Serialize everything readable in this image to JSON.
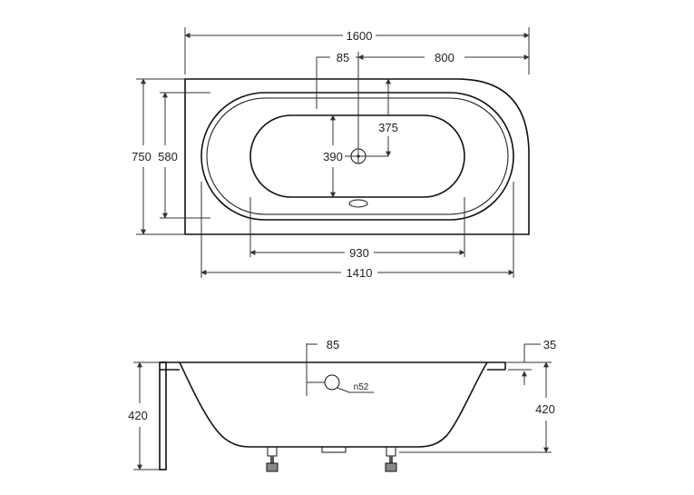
{
  "top_view": {
    "dims": {
      "overall_length": "1600",
      "right_offset": "800",
      "drain_offset": "85",
      "overall_width": "750",
      "inner_width": "580",
      "drain_center_x": "375",
      "basin_width": "390",
      "basin_length": "930",
      "rim_length": "1410"
    }
  },
  "side_view": {
    "dims": {
      "drain_offset": "85",
      "rim_thickness": "35",
      "height_left": "420",
      "height_right": "420",
      "outlet_diameter": "n52"
    }
  }
}
